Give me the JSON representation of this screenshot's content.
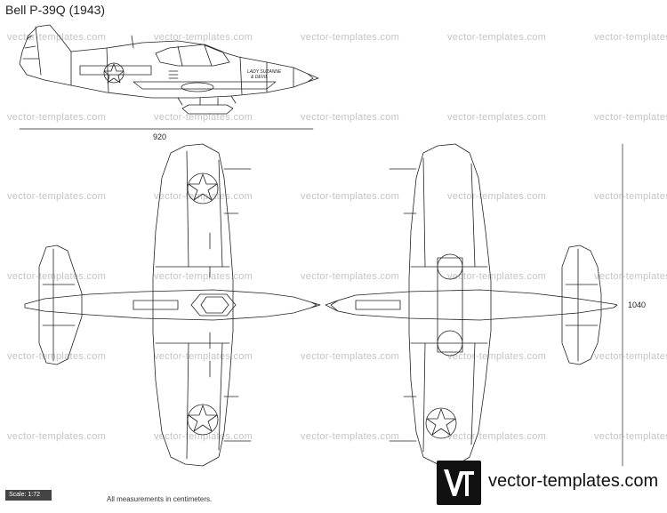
{
  "title": "Bell P-39Q (1943)",
  "watermark_text": "vector-templates.com",
  "dimensions": {
    "length": "920",
    "span": "1040"
  },
  "scale_label": "Scale: 1:72",
  "note": "All measurements in centimeters.",
  "brand": {
    "logo_letters": "Vt",
    "name": "vector-templates.com"
  },
  "nose_art": {
    "line1": "LADY SUZANNE",
    "line2": "& DEVIL"
  },
  "colors": {
    "line": "#222222",
    "watermark": "#c4c4c4",
    "logo_bg": "#111111"
  }
}
